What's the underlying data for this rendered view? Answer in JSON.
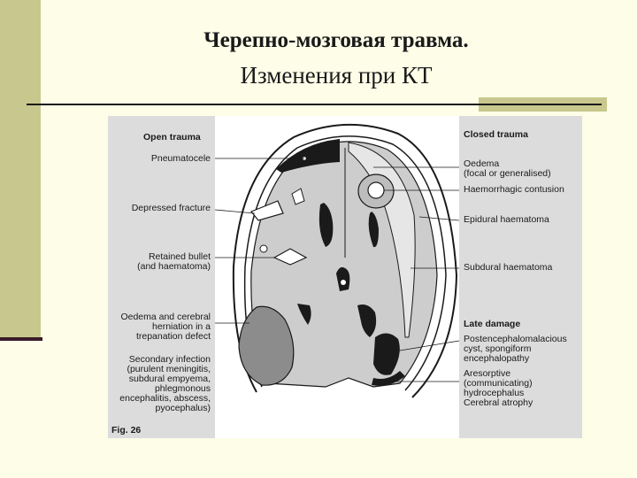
{
  "title": {
    "line1": "Черепно-мозговая травма.",
    "line2": "Изменения при КТ"
  },
  "figure": {
    "left_labels": {
      "heading": "Open trauma",
      "pneumatocele": "Pneumatocele",
      "depressed_fracture": "Depressed fracture",
      "retained_bullet": "Retained bullet\n(and haematoma)",
      "oedema_herniation": "Oedema and cerebral\nherniation in a\ntrepanation defect",
      "secondary_infection": "Secondary infection\n(purulent meningitis,\nsubdural empyema,\nphlegmonous\nencephalitis, abscess,\npyocephalus)"
    },
    "right_labels": {
      "heading": "Closed trauma",
      "oedema": "Oedema\n(focal or generalised)",
      "haemorrhagic_contusion": "Haemorrhagic contusion",
      "epidural_haematoma": "Epidural haematoma",
      "subdural_haematoma": "Subdural haematoma",
      "late_heading": "Late damage",
      "postencephalomalacious": "Postencephalomalacious\ncyst, spongiform\nencephalopathy",
      "aresorptive": "Aresorptive\n(communicating)\nhydrocephalus\nCerebral atrophy"
    },
    "caption": "Fig. 26"
  },
  "colors": {
    "background": "#fdfde8",
    "accent_bar": "#c8c88e",
    "brain_tissue": "#cdcdcd",
    "lesion_dark": "#1a1a1a",
    "lesion_gray": "#8c8c8c"
  }
}
